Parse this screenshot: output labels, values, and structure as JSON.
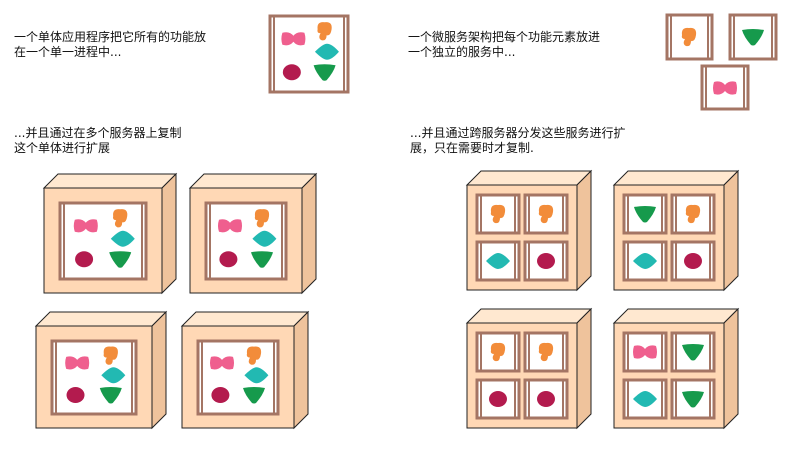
{
  "captions": {
    "monolith_intro": "一个单体应用程序把它所有的功能放\n在一个单一进程中...",
    "microservice_intro": "一个微服务架构把每个功能元素放进\n一个独立的服务中...",
    "monolith_scale": "...并且通过在多个服务器上复制\n这个单体进行扩展",
    "microservice_scale": "...并且通过跨服务器分发这些服务进行扩\n展，只在需要时才复制."
  },
  "colors": {
    "pink": "#ef5f8e",
    "orange": "#f28c3a",
    "teal": "#22b9b2",
    "crimson": "#b31b4e",
    "green": "#169a4c",
    "frame": "#a47564",
    "box_front": "#ffd8b5",
    "box_top": "#ffe8d0",
    "box_side": "#efc39c",
    "outline": "#222222"
  },
  "icons": [
    "pink-bowtie-icon",
    "orange-blob-icon",
    "teal-diamond-icon",
    "crimson-circle-icon",
    "green-triangle-icon"
  ]
}
